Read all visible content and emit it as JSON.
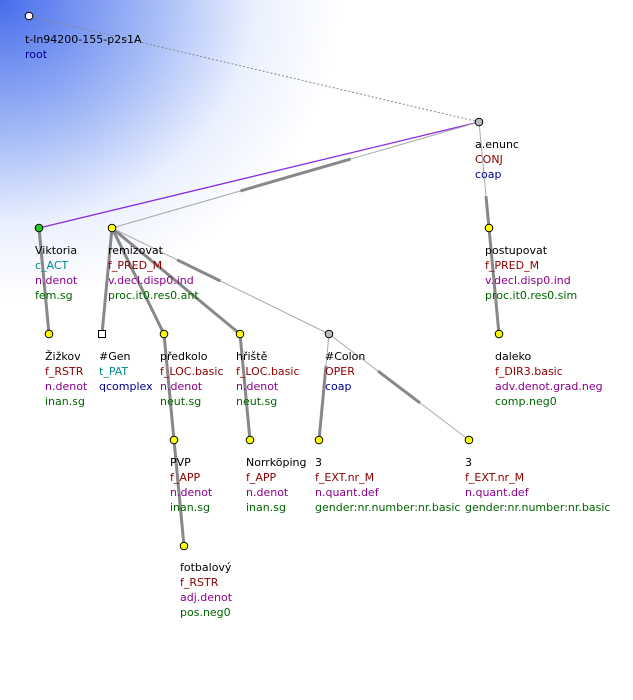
{
  "root": {
    "id": "t-ln94200-155-p2s1A",
    "label": "root"
  },
  "nodes": {
    "enunc": {
      "lines": [
        "a.enunc",
        "CONJ",
        "coap"
      ]
    },
    "viktoria": {
      "lines": [
        "Viktoria",
        "c_ACT",
        "n.denot",
        "fem.sg"
      ]
    },
    "remizovat": {
      "lines": [
        "remizovat",
        "f_PRED_M",
        "v.decl.disp0.ind",
        "proc.it0.res0.ant"
      ]
    },
    "postupovat": {
      "lines": [
        "postupovat",
        "f_PRED_M",
        "v.decl.disp0.ind",
        "proc.it0.res0.sim"
      ]
    },
    "zizkov": {
      "lines": [
        "Žižkov",
        "f_RSTR",
        "n.denot",
        "inan.sg"
      ]
    },
    "gen": {
      "lines": [
        "#Gen",
        "t_PAT",
        "qcomplex"
      ]
    },
    "predkolo": {
      "lines": [
        "předkolo",
        "f_LOC.basic",
        "n.denot",
        "neut.sg"
      ]
    },
    "hriste": {
      "lines": [
        "hřiště",
        "f_LOC.basic",
        "n.denot",
        "neut.sg"
      ]
    },
    "colon": {
      "lines": [
        "#Colon",
        "OPER",
        "coap"
      ]
    },
    "daleko": {
      "lines": [
        "daleko",
        "f_DIR3.basic",
        "adv.denot.grad.neg",
        "comp.neg0"
      ]
    },
    "pvp": {
      "lines": [
        "PVP",
        "f_APP",
        "n.denot",
        "inan.sg"
      ]
    },
    "norrkoping": {
      "lines": [
        "Norrköping",
        "f_APP",
        "n.denot",
        "inan.sg"
      ]
    },
    "three1": {
      "lines": [
        "3",
        "f_EXT.nr_M",
        "n.quant.def",
        "gender:nr.number:nr.basic"
      ]
    },
    "three2": {
      "lines": [
        "3",
        "f_EXT.nr_M",
        "n.quant.def",
        "gender:nr.number:nr.basic"
      ]
    },
    "fotbalovy": {
      "lines": [
        "fotbalový",
        "f_RSTR",
        "adj.denot",
        "pos.neg0"
      ]
    }
  },
  "colors": {
    "node": "#ffff00",
    "coord": "#bbbbbb",
    "edge": "#888888",
    "coap_edge": "#8a2be2",
    "root_link": "#888888",
    "green_node": "#22cc22"
  }
}
